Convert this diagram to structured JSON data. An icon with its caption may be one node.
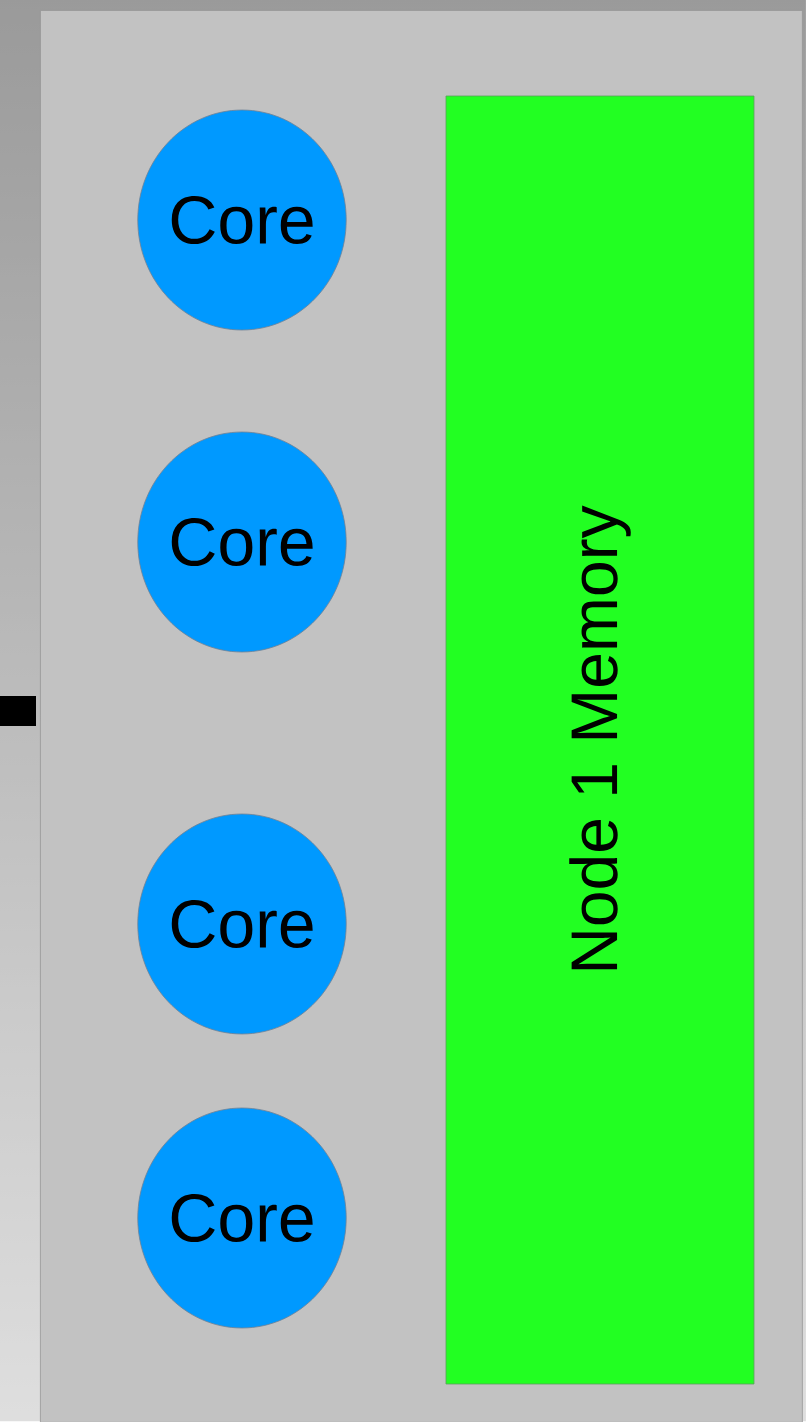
{
  "diagram": {
    "nodes": [
      {
        "text": [],
        "shape": "box"
      },
      {
        "text": [
          "Core"
        ],
        "in": 0
      },
      {
        "text": [
          "Core"
        ],
        "in": 0
      },
      {
        "text": [
          "Core"
        ],
        "in": 0
      },
      {
        "text": [
          "Core"
        ],
        "in": 0
      },
      {
        "text": [
          "Node 1 Memory"
        ],
        "in": 0
      }
    ]
  }
}
